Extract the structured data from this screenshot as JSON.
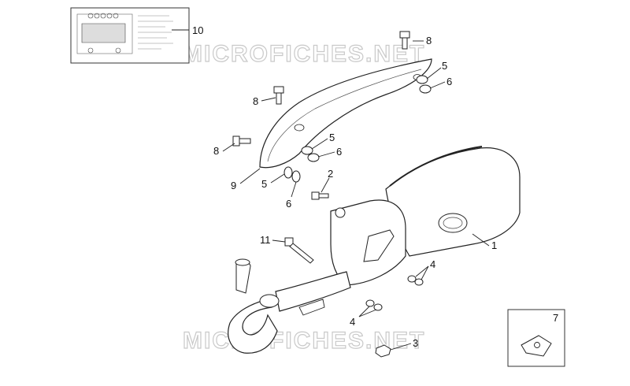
{
  "watermark": "MICROFICHES.NET",
  "callouts": {
    "c1": "1",
    "c2": "2",
    "c3": "3",
    "c4a": "4",
    "c4b": "4",
    "c5a": "5",
    "c5b": "5",
    "c5c": "5",
    "c6a": "6",
    "c6b": "6",
    "c6c": "6",
    "c7": "7",
    "c8a": "8",
    "c8b": "8",
    "c8c": "8",
    "c9": "9",
    "c10": "10",
    "c11": "11"
  },
  "colors": {
    "line": "#222222",
    "watermark": "#c9c9c9"
  }
}
